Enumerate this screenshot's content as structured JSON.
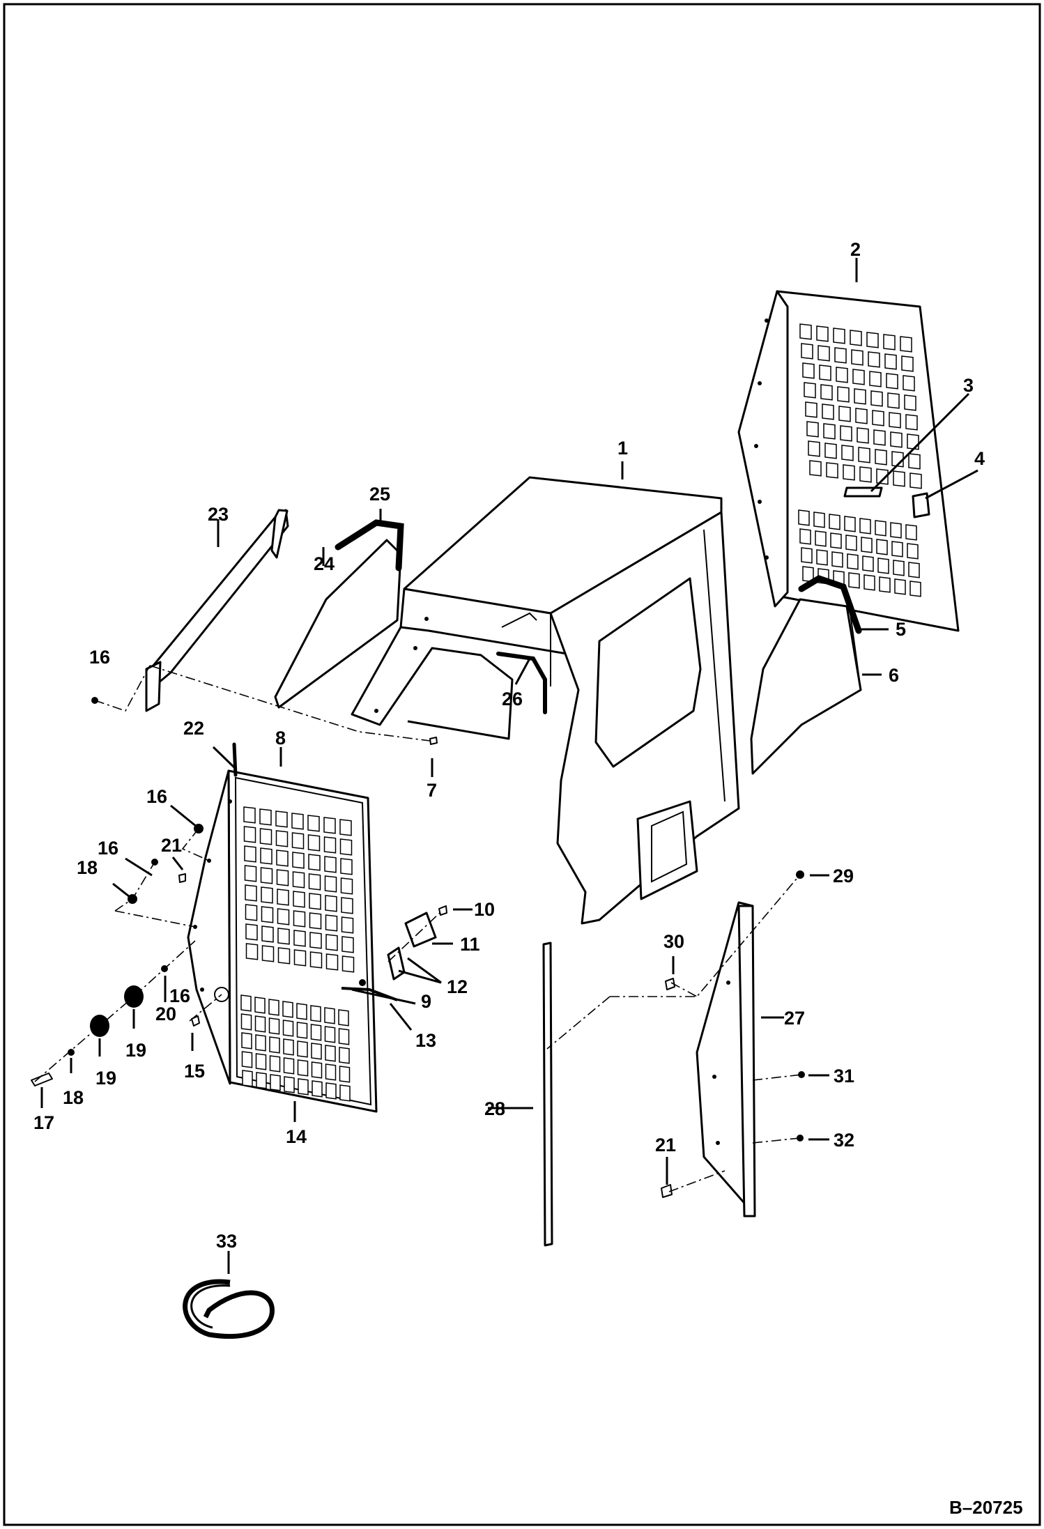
{
  "figure_id": "B–20725",
  "callouts": [
    {
      "id": "c1",
      "label": "1"
    },
    {
      "id": "c2",
      "label": "2"
    },
    {
      "id": "c3",
      "label": "3"
    },
    {
      "id": "c4",
      "label": "4"
    },
    {
      "id": "c5",
      "label": "5"
    },
    {
      "id": "c6",
      "label": "6"
    },
    {
      "id": "c7",
      "label": "7"
    },
    {
      "id": "c8",
      "label": "8"
    },
    {
      "id": "c9",
      "label": "9"
    },
    {
      "id": "c10",
      "label": "10"
    },
    {
      "id": "c11",
      "label": "11"
    },
    {
      "id": "c12",
      "label": "12"
    },
    {
      "id": "c13",
      "label": "13"
    },
    {
      "id": "c14",
      "label": "14"
    },
    {
      "id": "c15",
      "label": "15"
    },
    {
      "id": "c16a",
      "label": "16"
    },
    {
      "id": "c16b",
      "label": "16"
    },
    {
      "id": "c16c",
      "label": "16"
    },
    {
      "id": "c16d",
      "label": "16"
    },
    {
      "id": "c17",
      "label": "17"
    },
    {
      "id": "c18a",
      "label": "18"
    },
    {
      "id": "c18b",
      "label": "18"
    },
    {
      "id": "c19a",
      "label": "19"
    },
    {
      "id": "c19b",
      "label": "19"
    },
    {
      "id": "c20",
      "label": "20"
    },
    {
      "id": "c21a",
      "label": "21"
    },
    {
      "id": "c21b",
      "label": "21"
    },
    {
      "id": "c22",
      "label": "22"
    },
    {
      "id": "c23",
      "label": "23"
    },
    {
      "id": "c24",
      "label": "24"
    },
    {
      "id": "c25",
      "label": "25"
    },
    {
      "id": "c26",
      "label": "26"
    },
    {
      "id": "c27",
      "label": "27"
    },
    {
      "id": "c28",
      "label": "28"
    },
    {
      "id": "c29",
      "label": "29"
    },
    {
      "id": "c30",
      "label": "30"
    },
    {
      "id": "c31",
      "label": "31"
    },
    {
      "id": "c32",
      "label": "32"
    },
    {
      "id": "c33",
      "label": "33"
    }
  ]
}
